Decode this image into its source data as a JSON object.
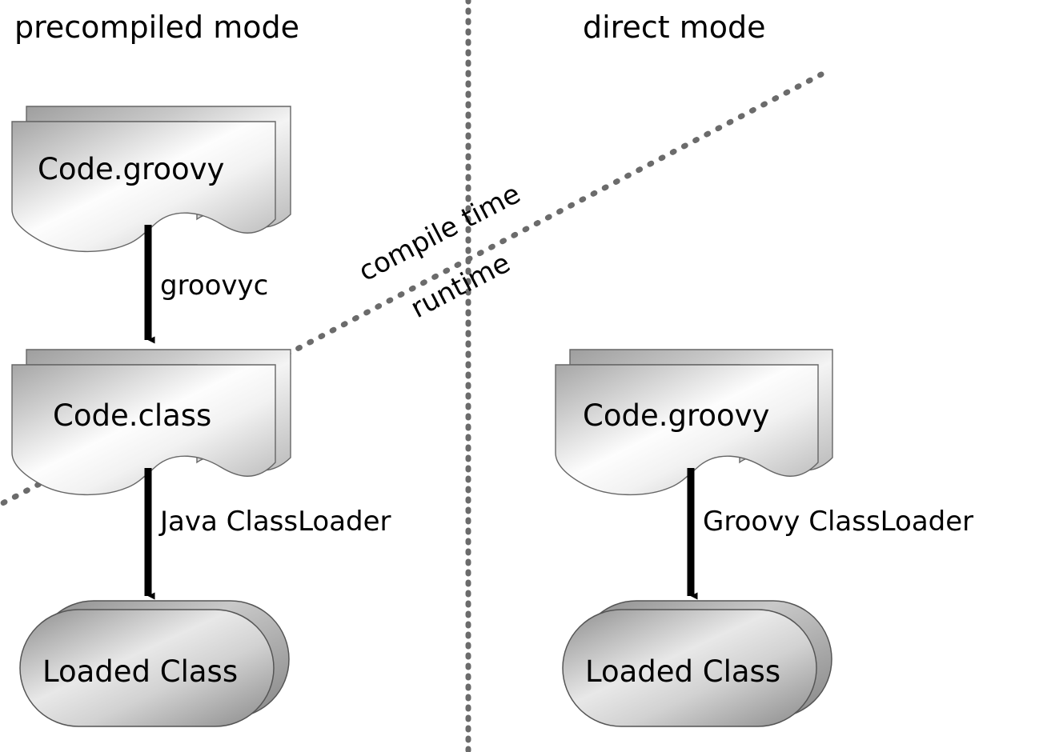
{
  "diagram": {
    "title_left": "precompiled mode",
    "title_right": "direct mode",
    "divider_labels": {
      "above": "compile time",
      "below": "runtime"
    },
    "colors": {
      "stroke": "#000000",
      "shape_outline": "#555555",
      "dotted_line": "#6b6b6b",
      "doc_gradient_dark": "#a9a9a9",
      "doc_gradient_light": "#fdfdfd",
      "pill_gradient_dark": "#8f8f8f",
      "pill_gradient_light": "#e6e6e6",
      "background": "#ffffff"
    },
    "columns": [
      {
        "name": "precompiled-mode",
        "title": "precompiled mode",
        "nodes": [
          {
            "id": "left-source",
            "label": "Code.groovy",
            "shape": "document-stack"
          },
          {
            "id": "left-class",
            "label": "Code.class",
            "shape": "document-stack"
          },
          {
            "id": "left-loaded",
            "label": "Loaded Class",
            "shape": "stadium-stack"
          }
        ],
        "edges": [
          {
            "id": "left-edge-1",
            "label": "groovyc",
            "from": "left-source",
            "to": "left-class"
          },
          {
            "id": "left-edge-2",
            "label": "Java ClassLoader",
            "from": "left-class",
            "to": "left-loaded"
          }
        ]
      },
      {
        "name": "direct-mode",
        "title": "direct mode",
        "nodes": [
          {
            "id": "right-source",
            "label": "Code.groovy",
            "shape": "document-stack"
          },
          {
            "id": "right-loaded",
            "label": "Loaded Class",
            "shape": "stadium-stack"
          }
        ],
        "edges": [
          {
            "id": "right-edge-1",
            "label": "Groovy ClassLoader",
            "from": "right-source",
            "to": "right-loaded"
          }
        ]
      }
    ]
  }
}
